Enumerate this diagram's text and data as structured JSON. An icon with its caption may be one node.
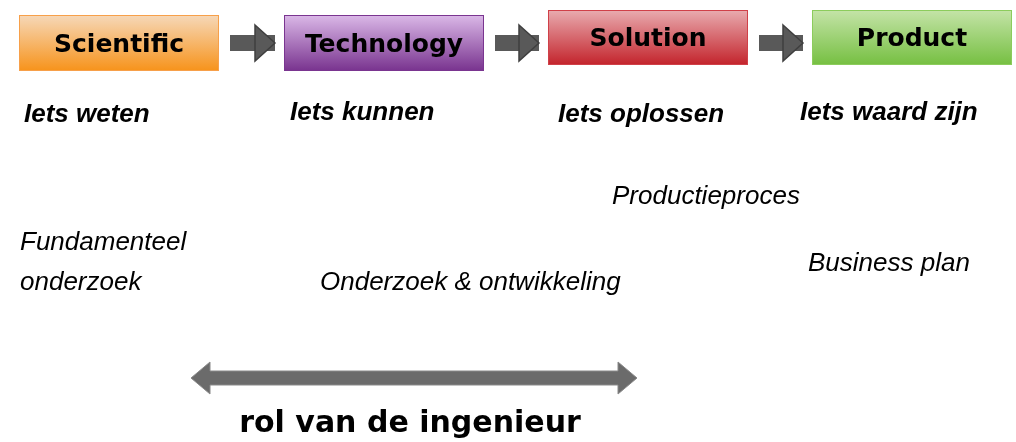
{
  "diagram": {
    "nodes": [
      {
        "text": [
          "Scientific"
        ]
      },
      {
        "text": [
          "Technology"
        ]
      },
      {
        "text": [
          "Solution"
        ]
      },
      {
        "text": [
          "Product"
        ]
      }
    ],
    "edges": [
      {
        "from": 0,
        "to": 1,
        "arrow": "to"
      },
      {
        "from": 1,
        "to": 2,
        "arrow": "to"
      },
      {
        "from": 2,
        "to": 3,
        "arrow": "to"
      }
    ],
    "labels": [
      "Iets weten",
      "Iets kunnen",
      "Iets oplossen",
      "Iets waard zijn",
      "Productieproces",
      "Fundamenteel onderzoek",
      "Business plan",
      "Onderzoek & ontwikkeling",
      "rol van de ingenieur"
    ]
  }
}
